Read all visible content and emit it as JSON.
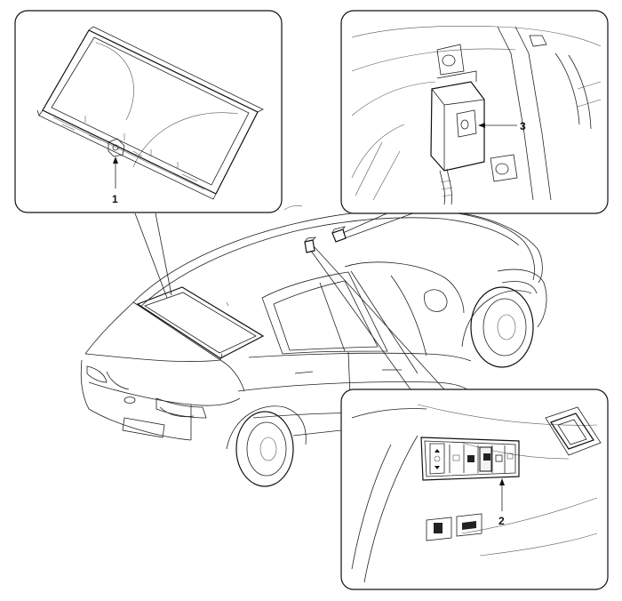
{
  "callouts": {
    "one": "1",
    "two": "2",
    "three": "3"
  },
  "colors": {
    "line": "#111111",
    "background": "#ffffff"
  }
}
